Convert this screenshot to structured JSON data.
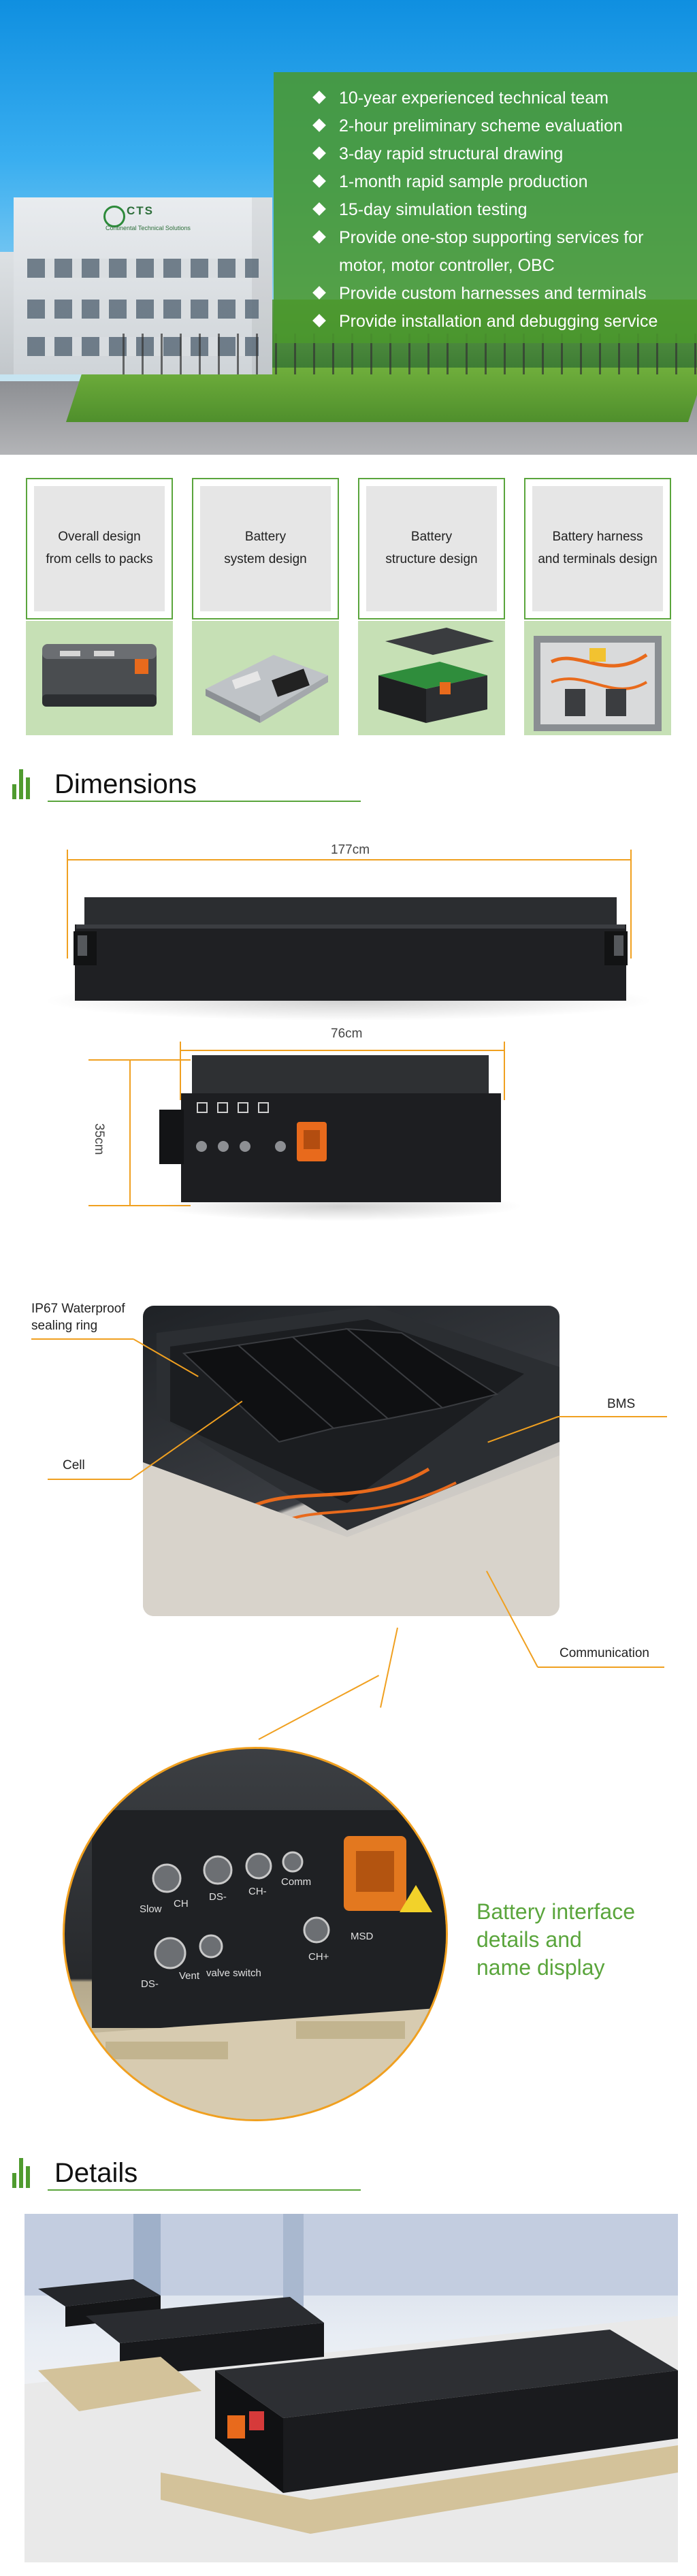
{
  "hero": {
    "logo": "CTS",
    "logo_subtitle": "Continental Technical Solutions",
    "bullets": [
      "10-year experienced technical team",
      "2-hour preliminary scheme evaluation",
      "3-day rapid structural drawing",
      "1-month rapid sample production",
      "15-day simulation testing",
      "Provide one-stop supporting services for",
      "motor, motor controller, OBC",
      "Provide custom harnesses and terminals",
      "Provide installation and debugging service"
    ]
  },
  "services": [
    {
      "label": "Overall design\nfrom cells to packs"
    },
    {
      "label": "Battery\nsystem design"
    },
    {
      "label": "Battery\nstructure design"
    },
    {
      "label": "Battery harness\nand terminals design"
    }
  ],
  "dimensions": {
    "title": "Dimensions",
    "length": "177cm",
    "width": "76cm",
    "height": "35cm"
  },
  "callouts": {
    "ip67": "IP67 Waterproof\nsealing ring",
    "cell": "Cell",
    "bms": "BMS",
    "communication": "Communication"
  },
  "interface": {
    "caption": "Battery interface\ndetails and\nname display",
    "labels": [
      "Slow",
      "CH",
      "DS-",
      "CH-",
      "Comm",
      "DS-",
      "Vent",
      "valve switch",
      "CH+",
      "MSD"
    ]
  },
  "details": {
    "title": "Details"
  },
  "colors": {
    "accent_green": "#5aa53c",
    "panel_green": "#4a982c",
    "dimension_orange": "#f0a020",
    "battery_black": "#2b2d30"
  }
}
